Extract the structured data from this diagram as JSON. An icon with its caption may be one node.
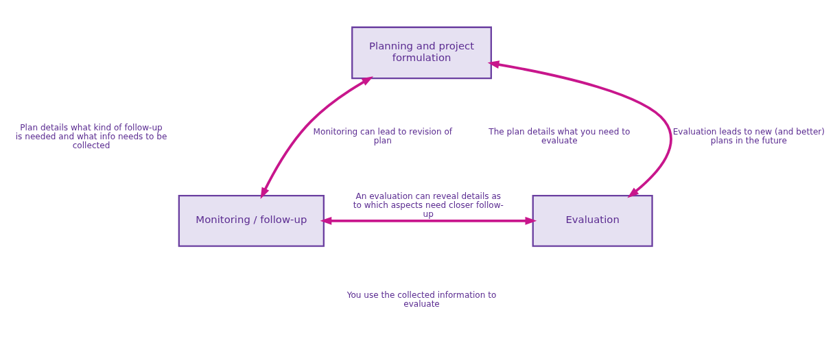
{
  "diagram": {
    "nodes": [
      {
        "text": [
          "Planning and project formulation"
        ]
      },
      {
        "text": [
          "Evaluation"
        ]
      },
      {
        "text": [
          "Monitoring / follow-up"
        ]
      }
    ],
    "edges": [
      {
        "from": 1,
        "to": 0,
        "arrow": "both",
        "label": "Evaluation leads to new (and better) plans in the future"
      },
      {
        "from": 0,
        "to": 2,
        "arrow": "both",
        "label": "Monitoring can lead to revision of plan"
      },
      {
        "from": 1,
        "to": 2,
        "arrow": "both",
        "label": "An evaluation can reveal details as to which aspects need closer follow-up"
      }
    ],
    "labels": [
      "The plan details what you need to evaluate",
      "Plan details what kind of follow-up is needed and what info needs to be collected",
      "You use the collected information to evaluate"
    ]
  }
}
